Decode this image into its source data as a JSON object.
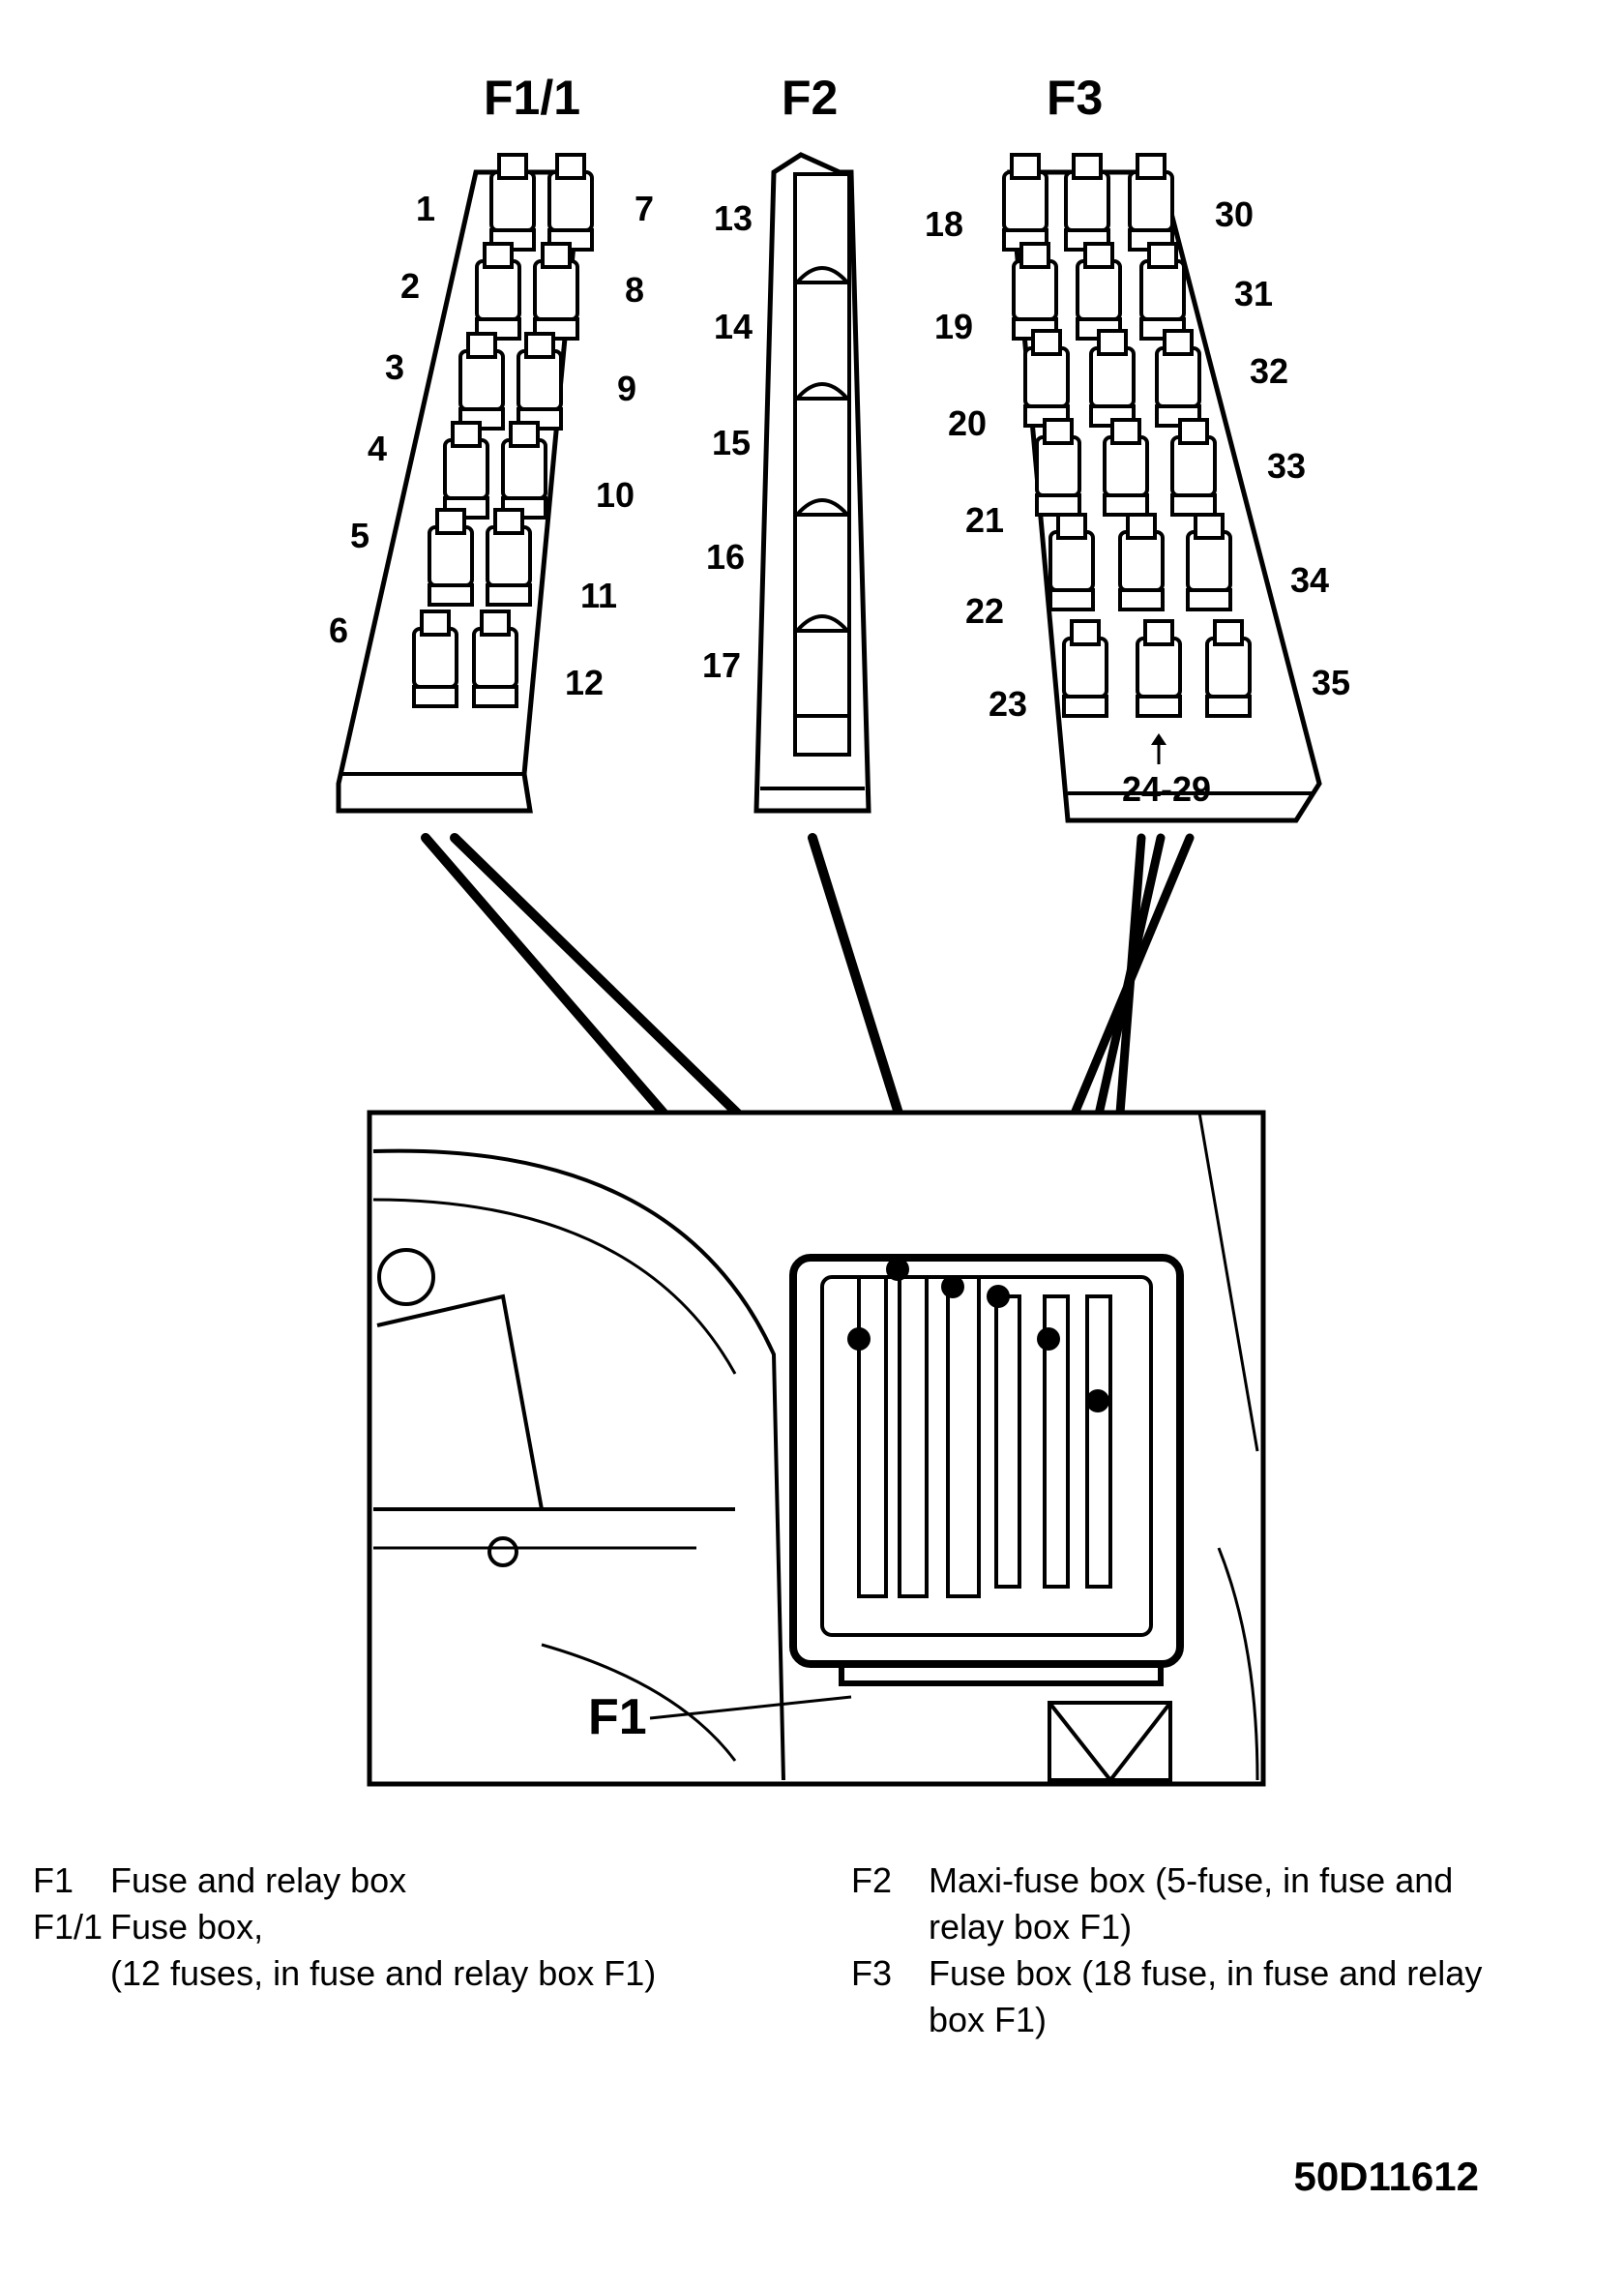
{
  "headers": {
    "f1_1": "F1/1",
    "f2": "F2",
    "f3": "F3"
  },
  "callout": "F1",
  "f1_1_left_numbers": [
    "1",
    "2",
    "3",
    "4",
    "5",
    "6"
  ],
  "f1_1_right_numbers": [
    "7",
    "8",
    "9",
    "10",
    "11",
    "12"
  ],
  "f2_numbers": [
    "13",
    "14",
    "15",
    "16",
    "17"
  ],
  "f3_left_numbers": [
    "18",
    "19",
    "20",
    "21",
    "22",
    "23"
  ],
  "f3_right_numbers": [
    "30",
    "31",
    "32",
    "33",
    "34",
    "35"
  ],
  "f3_bottom_label": "24-29",
  "legend": {
    "left": [
      {
        "code": "F1",
        "desc": "Fuse and relay box"
      },
      {
        "code": "F1/1",
        "desc": "Fuse box,",
        "desc2": "(12 fuses, in fuse and relay box F1)"
      }
    ],
    "right": [
      {
        "code": "F2",
        "desc": "Maxi-fuse box (5-fuse, in fuse and",
        "desc2": "relay box F1)"
      },
      {
        "code": "F3",
        "desc": "Fuse box (18 fuse, in fuse and relay",
        "desc2": "box F1)"
      }
    ]
  },
  "figure_code": "50D11612"
}
